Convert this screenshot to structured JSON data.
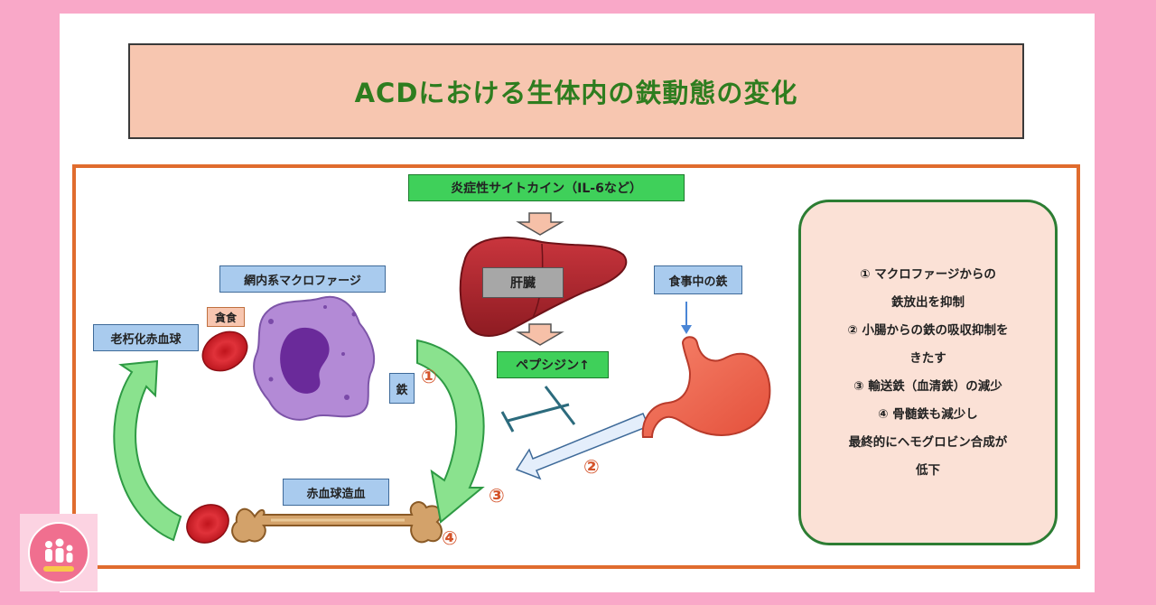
{
  "title": "ACDにおける生体内の鉄動態の変化",
  "labels": {
    "cytokine": "炎症性サイトカイン（IL-6など）",
    "liver": "肝臓",
    "hepcidin": "ペプシジン↑",
    "macrophage": "網内系マクロファージ",
    "phagocytosis": "貪食",
    "old_rbc": "老朽化赤血球",
    "iron": "鉄",
    "dietary_iron": "食事中の鉄",
    "erythropoiesis": "赤血球造血"
  },
  "markers": {
    "one": "①",
    "two": "②",
    "three": "③",
    "four": "④"
  },
  "info_lines": [
    "① マクロファージからの",
    "鉄放出を抑制",
    "② 小腸からの鉄の吸収抑制を",
    "きたす",
    "③ 輸送鉄（血清鉄）の減少",
    "④ 骨髄鉄も減少し",
    "最終的にヘモグロビン合成が",
    "低下"
  ],
  "colors": {
    "background": "#f9a8c8",
    "title_text": "#2e7d1f",
    "frame": "#e06c2e",
    "marker": "#d4532a"
  }
}
